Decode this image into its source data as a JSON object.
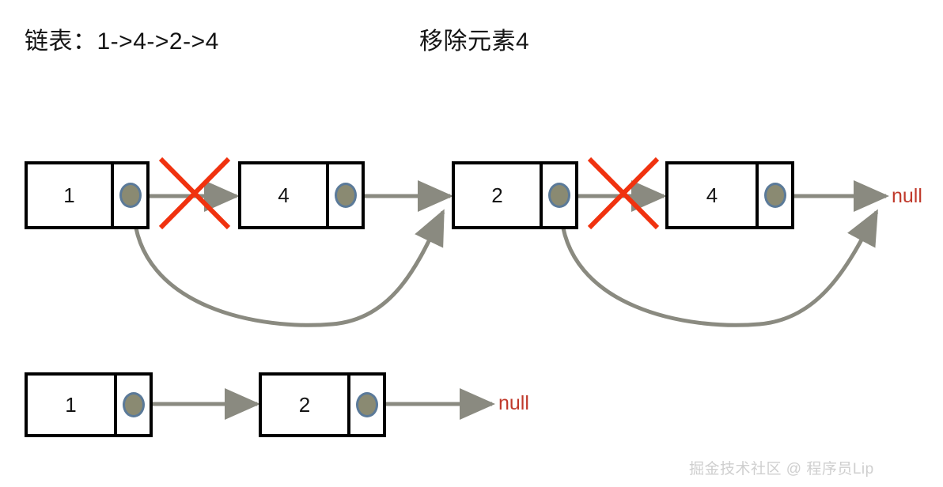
{
  "headings": {
    "linked_list": "链表：1->4->2->4",
    "operation": "移除元素4"
  },
  "colors": {
    "box_border": "#000000",
    "pointer_dot_fill": "#8a8a72",
    "pointer_dot_stroke": "#5b7a99",
    "arrow": "#8a8a80",
    "cross_mark": "#f0320f",
    "null_text": "#c0392b",
    "watermark": "#cfcfcf",
    "background": "#ffffff"
  },
  "top_row": {
    "label": "original-linked-list",
    "nodes": [
      {
        "name": "node-1",
        "value": "1"
      },
      {
        "name": "node-4-first",
        "value": "4"
      },
      {
        "name": "node-2",
        "value": "2"
      },
      {
        "name": "node-4-second",
        "value": "4"
      }
    ],
    "null_label": "null",
    "removed_links": [
      {
        "name": "cross-link-1-to-4",
        "from": "node-1",
        "to": "node-4-first"
      },
      {
        "name": "cross-link-2-to-4",
        "from": "node-2",
        "to": "node-4-second"
      }
    ],
    "rewired_links": [
      {
        "name": "curve-1-to-2",
        "from": "node-1",
        "to": "node-2"
      },
      {
        "name": "curve-2-to-null",
        "from": "node-2",
        "to": "null"
      }
    ]
  },
  "bottom_row": {
    "label": "result-linked-list",
    "nodes": [
      {
        "name": "node-1",
        "value": "1"
      },
      {
        "name": "node-2",
        "value": "2"
      }
    ],
    "null_label": "null"
  },
  "watermark": "掘金技术社区 @ 程序员Lip"
}
